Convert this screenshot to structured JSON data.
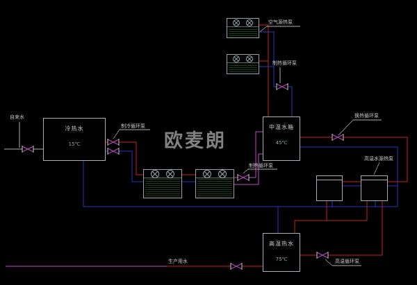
{
  "watermark": "欧麦朗",
  "labels": {
    "air_source": "空气源热泵",
    "heating_pump_top": "制热循环泵",
    "exchange_pump": "换热循环泵",
    "high_temp_wshp": "高温水源热泵",
    "cooling_pump": "制冷循环泵",
    "heating_pump_mid": "制热循环泵",
    "high_temp_pump": "高温循环泵",
    "production_water": "生产用水",
    "tap_water": "自来水"
  },
  "tanks": {
    "mid": {
      "title": "中温水箱",
      "sub": "45℃"
    },
    "left": {
      "title": "冷热水",
      "sub": "15℃"
    },
    "bottom": {
      "title": "高温热水",
      "sub": "75℃"
    }
  },
  "colors": {
    "supply": "#cc2222",
    "return": "#2a35c8",
    "loop": "#c44ac4",
    "leader": "#b0b0b0"
  }
}
